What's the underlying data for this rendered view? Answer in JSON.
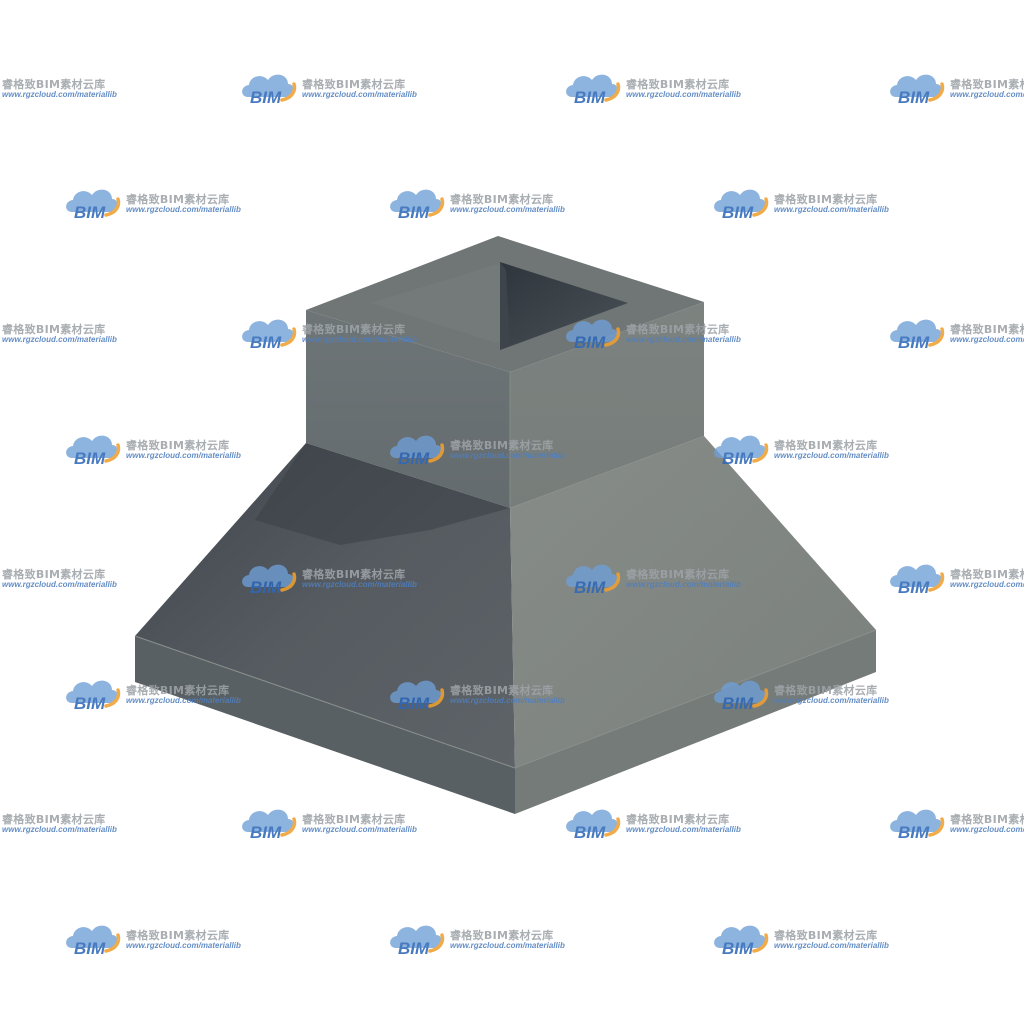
{
  "watermark": {
    "brand_text": "BIM",
    "name_text": "睿格致BIM素材云库",
    "url_text": "www.rgzcloud.com/materiallib",
    "colors": {
      "cloud_blue": "#6f9fd6",
      "cloud_orange": "#f0a030",
      "brand_blue": "#2f68b8",
      "name_gray": "#9ea3a8",
      "url_blue": "#4f7fbf"
    }
  },
  "model": {
    "subject": "square concrete pedestal footing with hollow square column",
    "colors": {
      "background": "#ffffff",
      "column_left": "#6a7174",
      "column_right": "#7a807d",
      "column_top": "#707877",
      "hole": "#3a4047",
      "slope_left": "#4f5459",
      "slope_right": "#7f8581",
      "base_left": "#596063",
      "base_right": "#757b78"
    }
  }
}
